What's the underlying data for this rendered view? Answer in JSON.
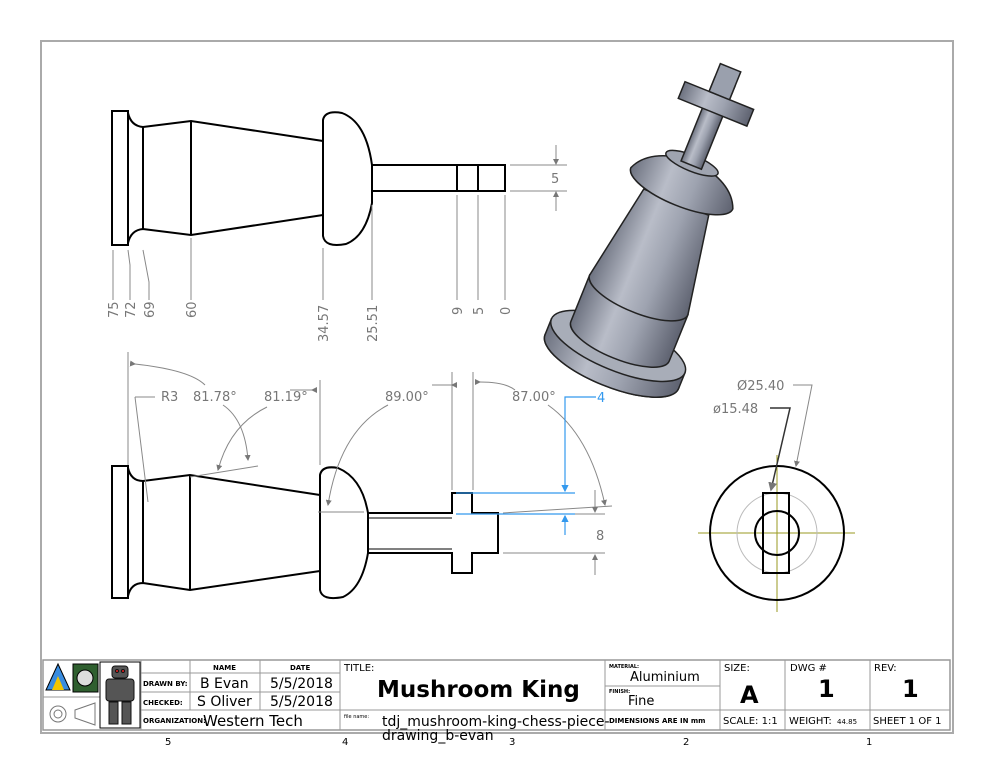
{
  "drawing": {
    "top_view": {
      "ordinate_labels": [
        "75",
        "72",
        "69",
        "60",
        "34.57",
        "25.51",
        "9",
        "5",
        "0"
      ],
      "width_dim": "5"
    },
    "bottom_view": {
      "radius_label": "R3",
      "angles": [
        "81.78°",
        "81.19°",
        "89.00°",
        "87.00°"
      ],
      "blue_dim": "4",
      "height_dim": "8"
    },
    "end_view": {
      "outer_diameter": "Ø25.40",
      "inner_diameter": "ø15.48"
    },
    "zone_numbers": [
      "5",
      "4",
      "3",
      "2",
      "1"
    ]
  },
  "title_block": {
    "name_header": "NAME",
    "date_header": "DATE",
    "drawn_by_label": "DRAWN BY:",
    "drawn_by": "B Evan",
    "drawn_date": "5/5/2018",
    "checked_label": "CHECKED:",
    "checked_by": "S Oliver",
    "checked_date": "5/5/2018",
    "organization_label": "ORGANIZATION:",
    "organization": "Western Tech",
    "title_label": "TITLE:",
    "title": "Mushroom King",
    "file_name_label": "file name:",
    "file_name_line1": "tdj_mushroom-king-chess-piece-",
    "file_name_line2": "drawing_b-evan",
    "material_label": "MATERIAL:",
    "material": "Aluminium",
    "finish_label": "FINISH:",
    "finish": "Fine",
    "dimensions_note": "DIMENSIONS ARE IN mm",
    "size_label": "SIZE:",
    "size": "A",
    "dwg_label": "DWG #",
    "dwg": "1",
    "rev_label": "REV:",
    "rev": "1",
    "scale": "SCALE: 1:1",
    "weight_label": "WEIGHT:",
    "weight": "44.85",
    "sheet": "SHEET 1 OF 1"
  }
}
